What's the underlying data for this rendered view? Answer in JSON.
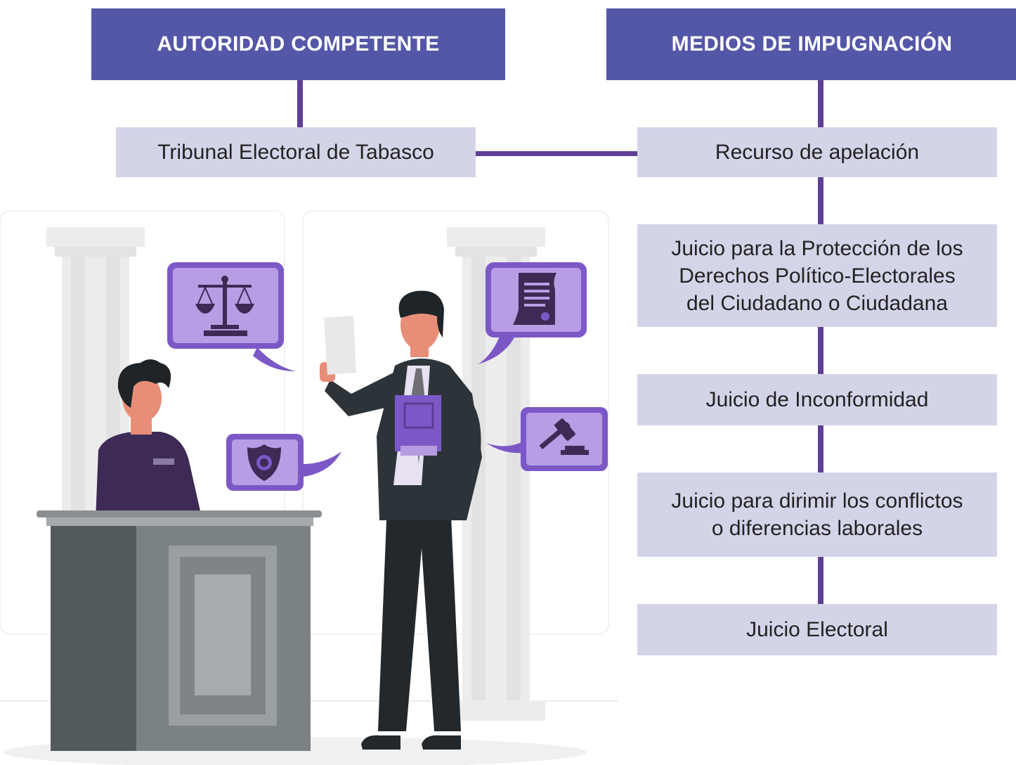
{
  "headers": {
    "authority": "AUTORIDAD COMPETENTE",
    "remedies": "MEDIOS DE IMPUGNACIÓN"
  },
  "authority": {
    "name": "Tribunal Electoral de Tabasco"
  },
  "remedies": [
    "Recurso de apelación",
    "Juicio para la Protección de los\nDerechos  Político-Electorales\ndel Ciudadano o Ciudadana",
    "Juicio de Inconformidad",
    "Juicio para dirimir los conflictos\no diferencias laborales",
    "Juicio Electoral"
  ],
  "colors": {
    "header_bg": "#5457a7",
    "box_bg": "#d4d4e9",
    "connector": "#5f3f94",
    "accent_purple": "#7c58c7"
  },
  "icons": [
    "scales-of-justice-icon",
    "scroll-document-icon",
    "police-badge-icon",
    "gavel-icon"
  ]
}
